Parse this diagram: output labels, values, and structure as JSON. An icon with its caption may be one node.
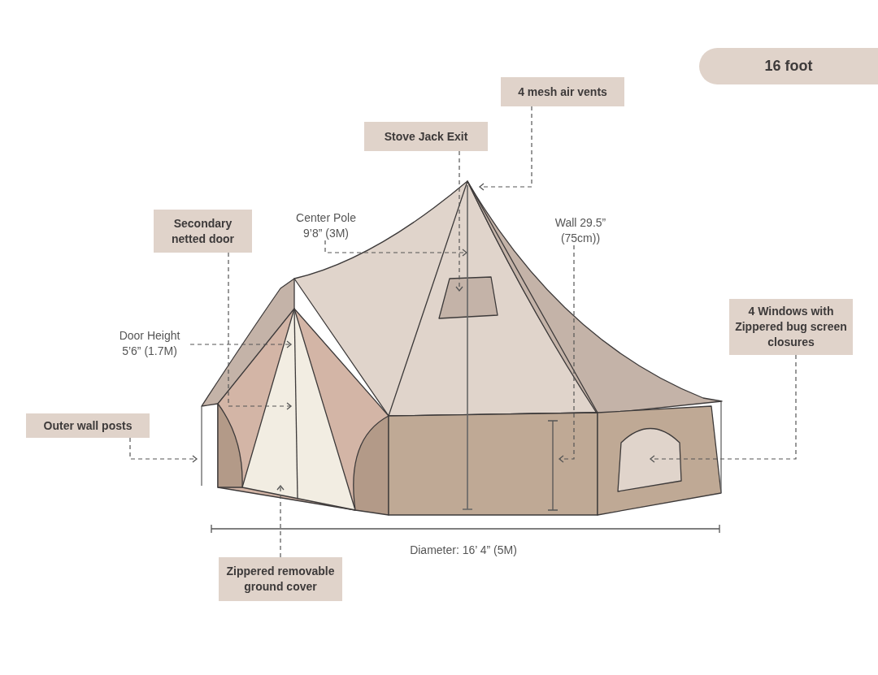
{
  "diagram": {
    "title": "16 foot",
    "nodes": [
      {
        "text": [
          "4 mesh air vents"
        ]
      },
      {
        "text": [
          "Stove Jack Exit"
        ]
      },
      {
        "text": [
          "Secondary netted door"
        ]
      },
      {
        "text": [
          "Center Pole 9’8” (3M)"
        ]
      },
      {
        "text": [
          "Wall 29.5” (75cm))"
        ]
      },
      {
        "text": [
          "Door Height 5’6” (1.7M)"
        ]
      },
      {
        "text": [
          "4 Windows with Zippered bug screen closures"
        ]
      },
      {
        "text": [
          "Outer wall posts"
        ]
      },
      {
        "text": [
          "Zippered removable ground cover"
        ]
      }
    ],
    "edges": [
      {
        "from": 0,
        "to": null,
        "arrow": "to"
      },
      {
        "from": 1,
        "to": null,
        "arrow": "to"
      },
      {
        "from": 2,
        "to": null,
        "arrow": "to"
      },
      {
        "from": 3,
        "to": null,
        "arrow": "to"
      },
      {
        "from": 4,
        "to": null,
        "arrow": "to"
      },
      {
        "from": 5,
        "to": null,
        "arrow": "to"
      },
      {
        "from": 6,
        "to": null,
        "arrow": "to"
      },
      {
        "from": 7,
        "to": null,
        "arrow": "to"
      },
      {
        "from": 8,
        "to": null,
        "arrow": "to"
      }
    ],
    "labels": [
      "Diameter: 16’ 4” (5M)"
    ]
  }
}
